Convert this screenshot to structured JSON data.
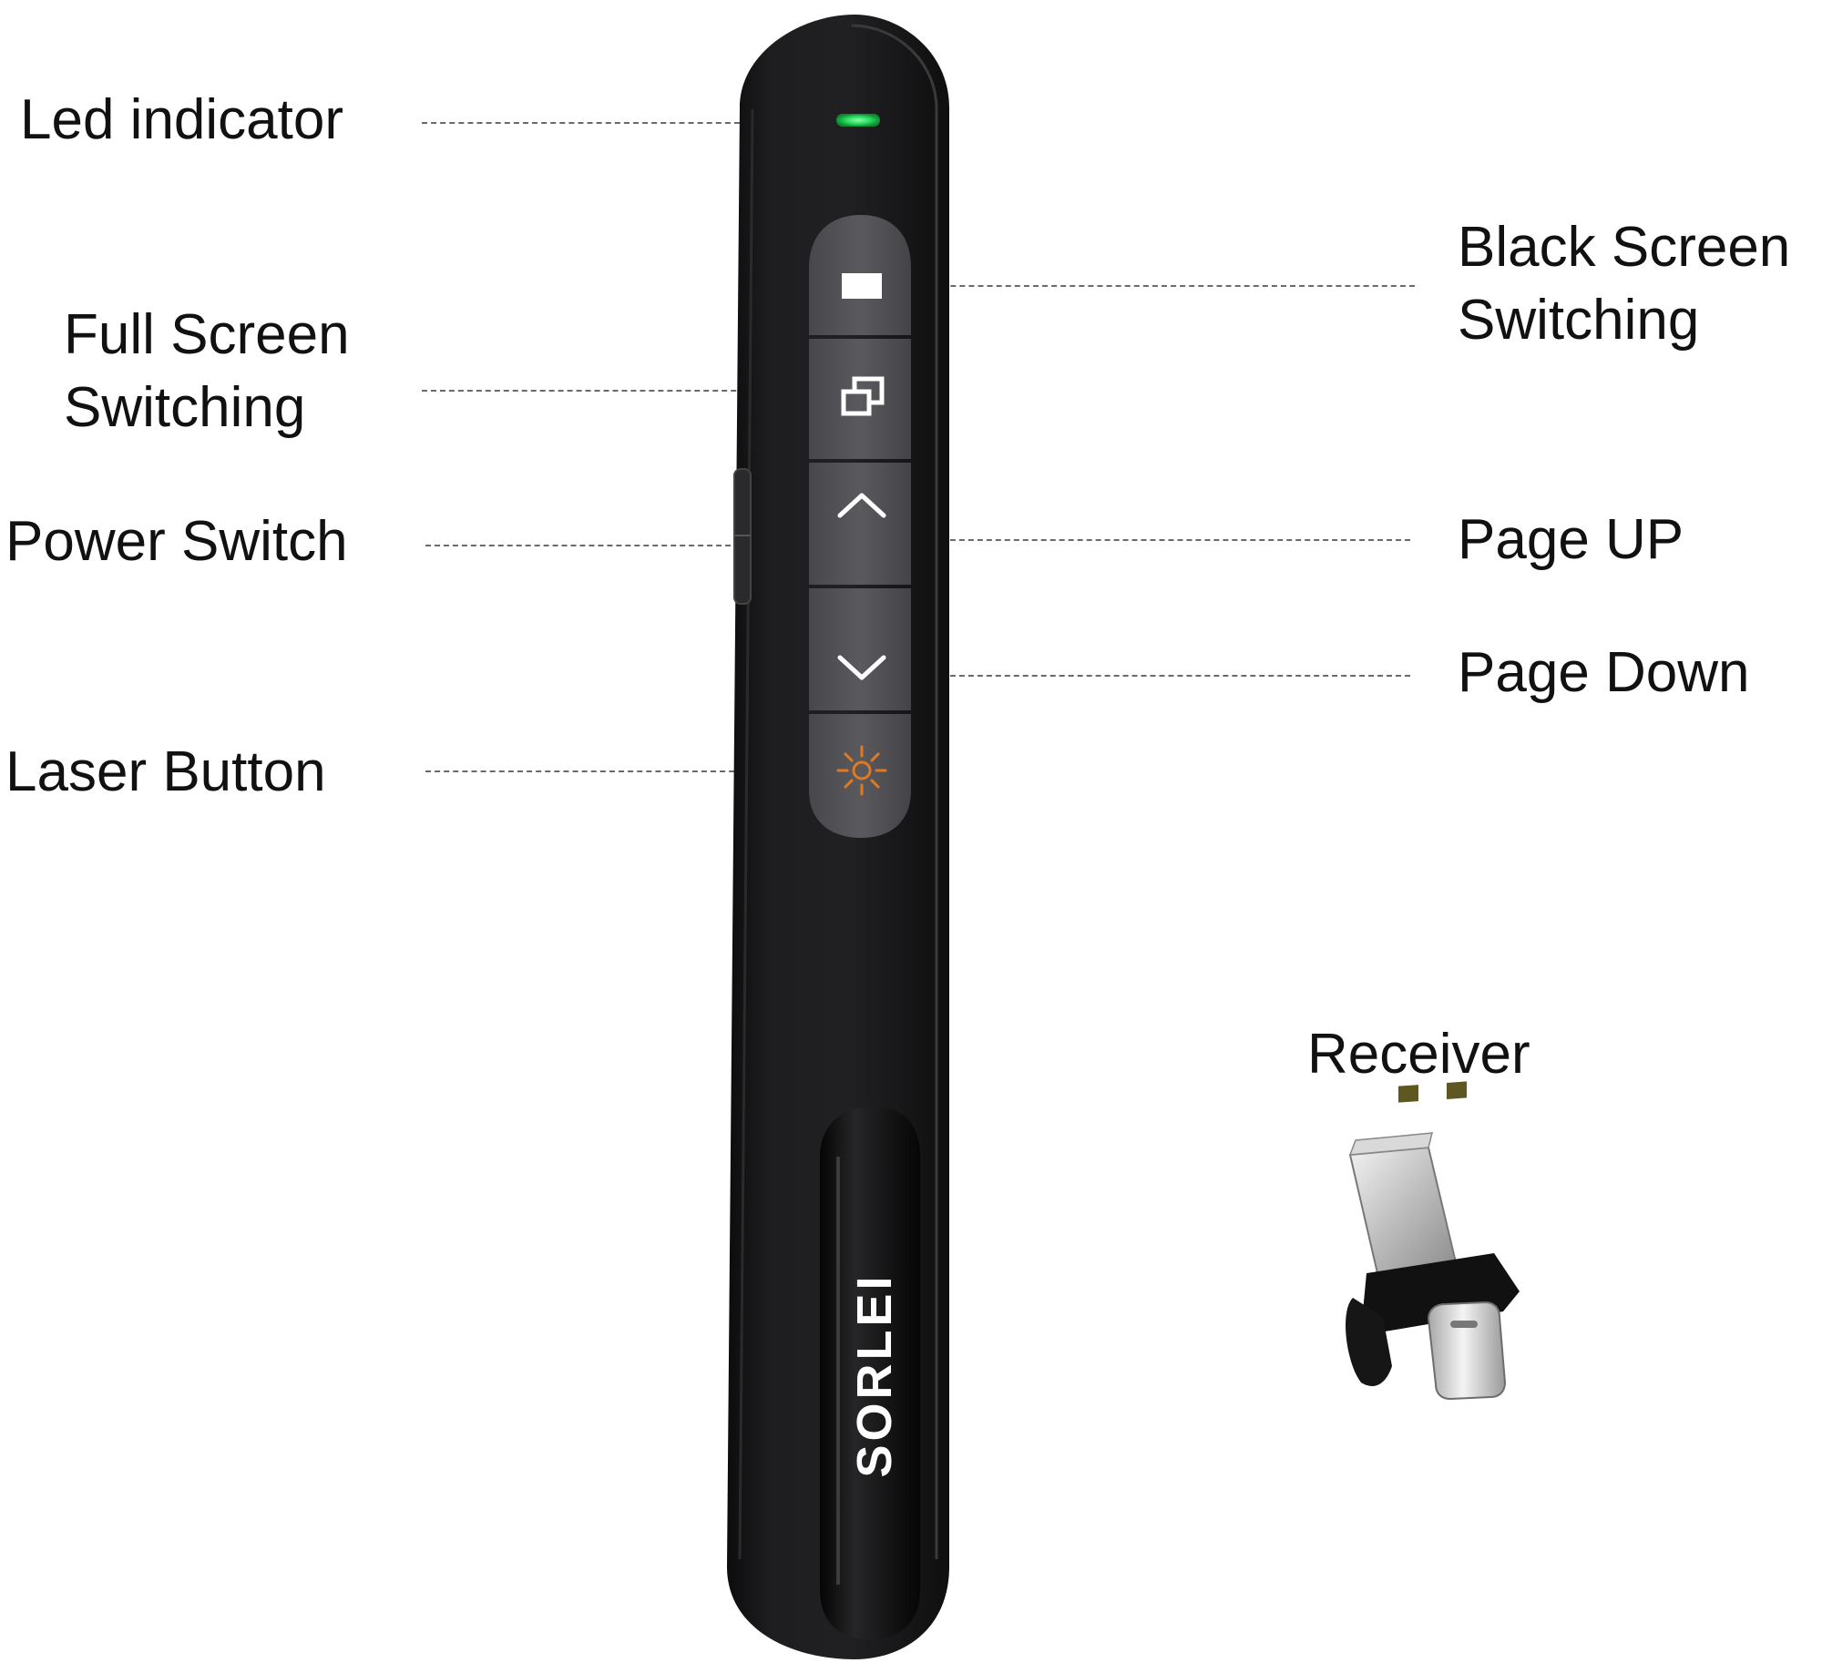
{
  "callouts": {
    "led": "Led indicator",
    "full_screen": [
      "Full Screen",
      "Switching"
    ],
    "power": "Power Switch",
    "laser": "Laser Button",
    "black_screen": [
      "Black Screen",
      "Switching"
    ],
    "page_up": "Page UP",
    "page_down": "Page Down",
    "receiver": "Receiver"
  },
  "device": {
    "brand_logo": "SORLEI",
    "body_color": "#1c1c1e",
    "button_color": "#505054",
    "led_color": "#25d65a",
    "laser_icon_color": "#e07a22",
    "buttons": [
      {
        "name": "black-screen-button",
        "icon": "rectangle-icon"
      },
      {
        "name": "full-screen-button",
        "icon": "window-stack-icon"
      },
      {
        "name": "page-up-button",
        "icon": "chevron-up-icon"
      },
      {
        "name": "page-down-button",
        "icon": "chevron-down-icon"
      },
      {
        "name": "laser-button",
        "icon": "sun-burst-icon"
      }
    ]
  }
}
